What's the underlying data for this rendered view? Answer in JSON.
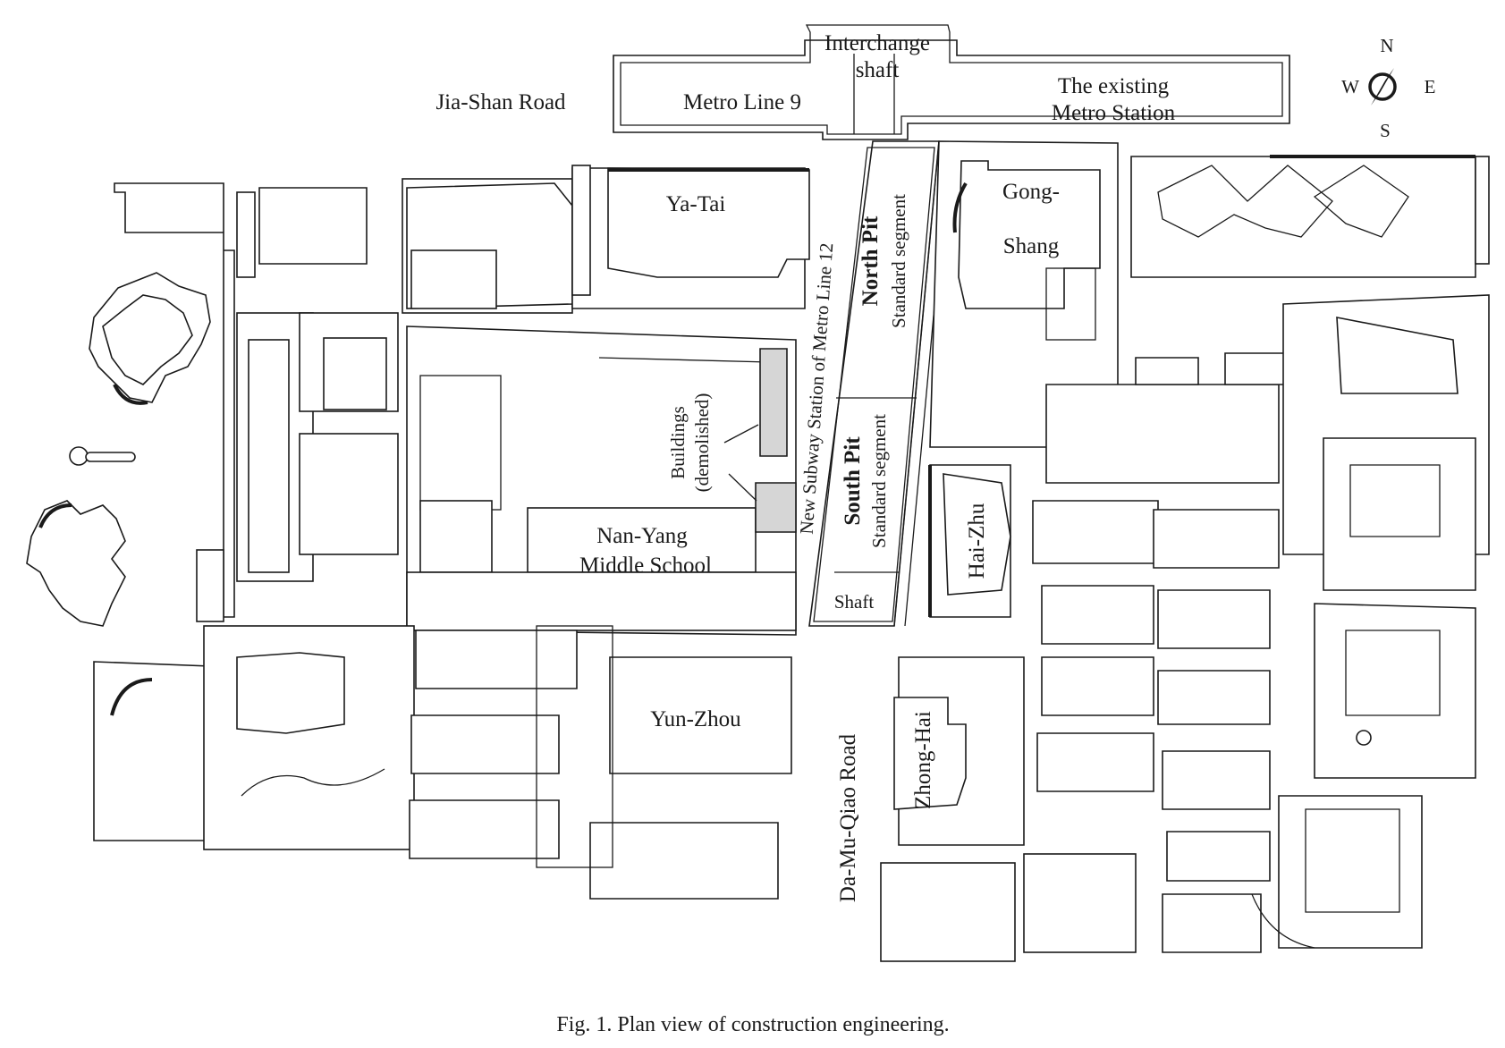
{
  "figure": {
    "caption": "Fig. 1. Plan view of construction engineering."
  },
  "compass": {
    "north": "N",
    "south": "S",
    "west": "W",
    "east": "E",
    "icon": "compass-icon"
  },
  "labels": {
    "interchange_line1": "Interchange",
    "interchange_line2": "shaft",
    "metro_line9": "Metro Line 9",
    "existing_line1": "The existing",
    "existing_line2": "Metro Station",
    "jia_shan_road": "Jia-Shan Road",
    "ya_tai": "Ya-Tai",
    "gong_shang_line1": "Gong-",
    "gong_shang_line2": "Shang",
    "new_station": "New Subway Station of Metro Line 12",
    "north_pit": "North Pit",
    "north_std": "Standard segment",
    "south_pit": "South Pit",
    "south_std": "Standard segment",
    "shaft": "Shaft",
    "demolished_line1": "Buildings",
    "demolished_line2": "(demolished)",
    "nan_yang_line1": "Nan-Yang",
    "nan_yang_line2": "Middle School",
    "hai_zhu": "Hai-Zhu",
    "yun_zhou": "Yun-Zhou",
    "da_mu_qiao_road": "Da-Mu-Qiao Road",
    "zhong_hai": "Zhong-Hai"
  },
  "colors": {
    "line": "#1a1a1a",
    "demolished_fill": "#d6d6d6",
    "background": "#ffffff"
  }
}
